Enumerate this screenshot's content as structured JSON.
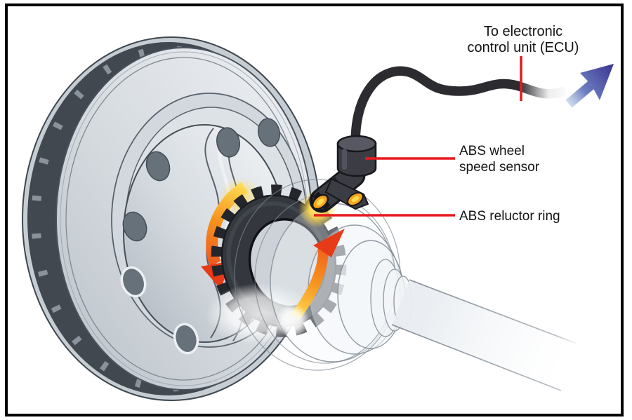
{
  "diagram": {
    "labels": {
      "ecu_line1": "To electronic",
      "ecu_line2": "control unit (ECU)",
      "sensor_line1": "ABS wheel",
      "sensor_line2": "speed sensor",
      "reluctor": "ABS reluctor ring"
    },
    "colors": {
      "leader_red": "#e8191f",
      "rotation_arrow_yellow": "#ffd94f",
      "rotation_arrow_orange": "#f6921e",
      "rotation_arrow_red": "#e73a17",
      "ecu_arrow_blue": "#3b3490",
      "cable_black": "#2b2b30",
      "reluctor_ring_dark": "#34383e",
      "disc_gray": "#d8dde2",
      "frame_border": "#000000"
    },
    "icons": {
      "ecu_direction_arrow": "arrow-up-right",
      "rotation_arrow_left": "curved-arrow-down",
      "rotation_arrow_right": "curved-arrow-up"
    }
  }
}
